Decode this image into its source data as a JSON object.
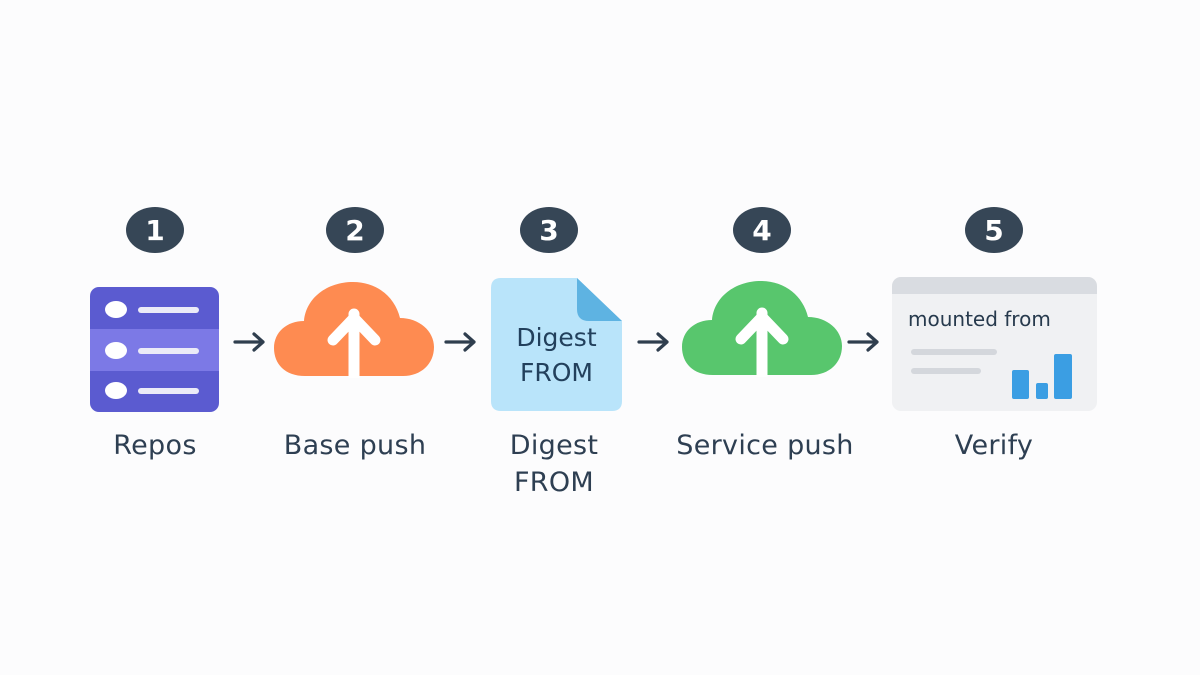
{
  "diagram": {
    "type": "process-flow",
    "steps": [
      {
        "number": "1",
        "label": "Repos",
        "icon": "server-list-icon",
        "color": "#5b5bd0"
      },
      {
        "number": "2",
        "label": "Base push",
        "icon": "cloud-upload-icon",
        "color": "#fe8b51"
      },
      {
        "number": "3",
        "label_line1": "Digest",
        "label_line2": "FROM",
        "icon": "document-icon",
        "icon_text_line1": "Digest",
        "icon_text_line2": "FROM",
        "color": "#b9e4fa"
      },
      {
        "number": "4",
        "label": "Service push",
        "icon": "cloud-upload-icon",
        "color": "#58c66d"
      },
      {
        "number": "5",
        "label": "Verify",
        "icon": "dashboard-card-icon",
        "card_title": "mounted from",
        "color": "#3b9ee3"
      }
    ],
    "connector": "arrow-right-icon",
    "badge_color": "#364656",
    "text_color": "#2e3f52"
  }
}
